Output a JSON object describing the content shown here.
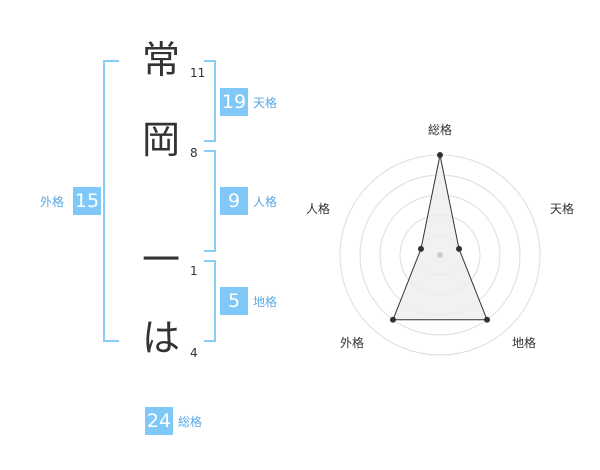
{
  "name": {
    "chars": [
      "常",
      "岡",
      "一",
      "は"
    ],
    "strokes": [
      "11",
      "8",
      "1",
      "4"
    ]
  },
  "scores": {
    "tenkaku": {
      "value": "19",
      "label": "天格"
    },
    "jinkaku": {
      "value": "9",
      "label": "人格"
    },
    "chikaku": {
      "value": "5",
      "label": "地格"
    },
    "gaikaku": {
      "value": "15",
      "label": "外格"
    },
    "soukaku": {
      "value": "24",
      "label": "総格"
    }
  },
  "radar": {
    "labels": {
      "top": "総格",
      "right": "天格",
      "bottom_right": "地格",
      "bottom_left": "外格",
      "left": "人格"
    },
    "levels": 5,
    "values": {
      "top": 1.0,
      "right": 0.2,
      "bottom_right": 0.8,
      "bottom_left": 0.8,
      "left": 0.2
    },
    "colors": {
      "grid": "#dddddd",
      "fill": "#eeeeee",
      "stroke": "#333333"
    }
  },
  "colors": {
    "accent": "#7fc8f8",
    "bracket": "#8ccdf5",
    "label": "#5aa9e6"
  }
}
